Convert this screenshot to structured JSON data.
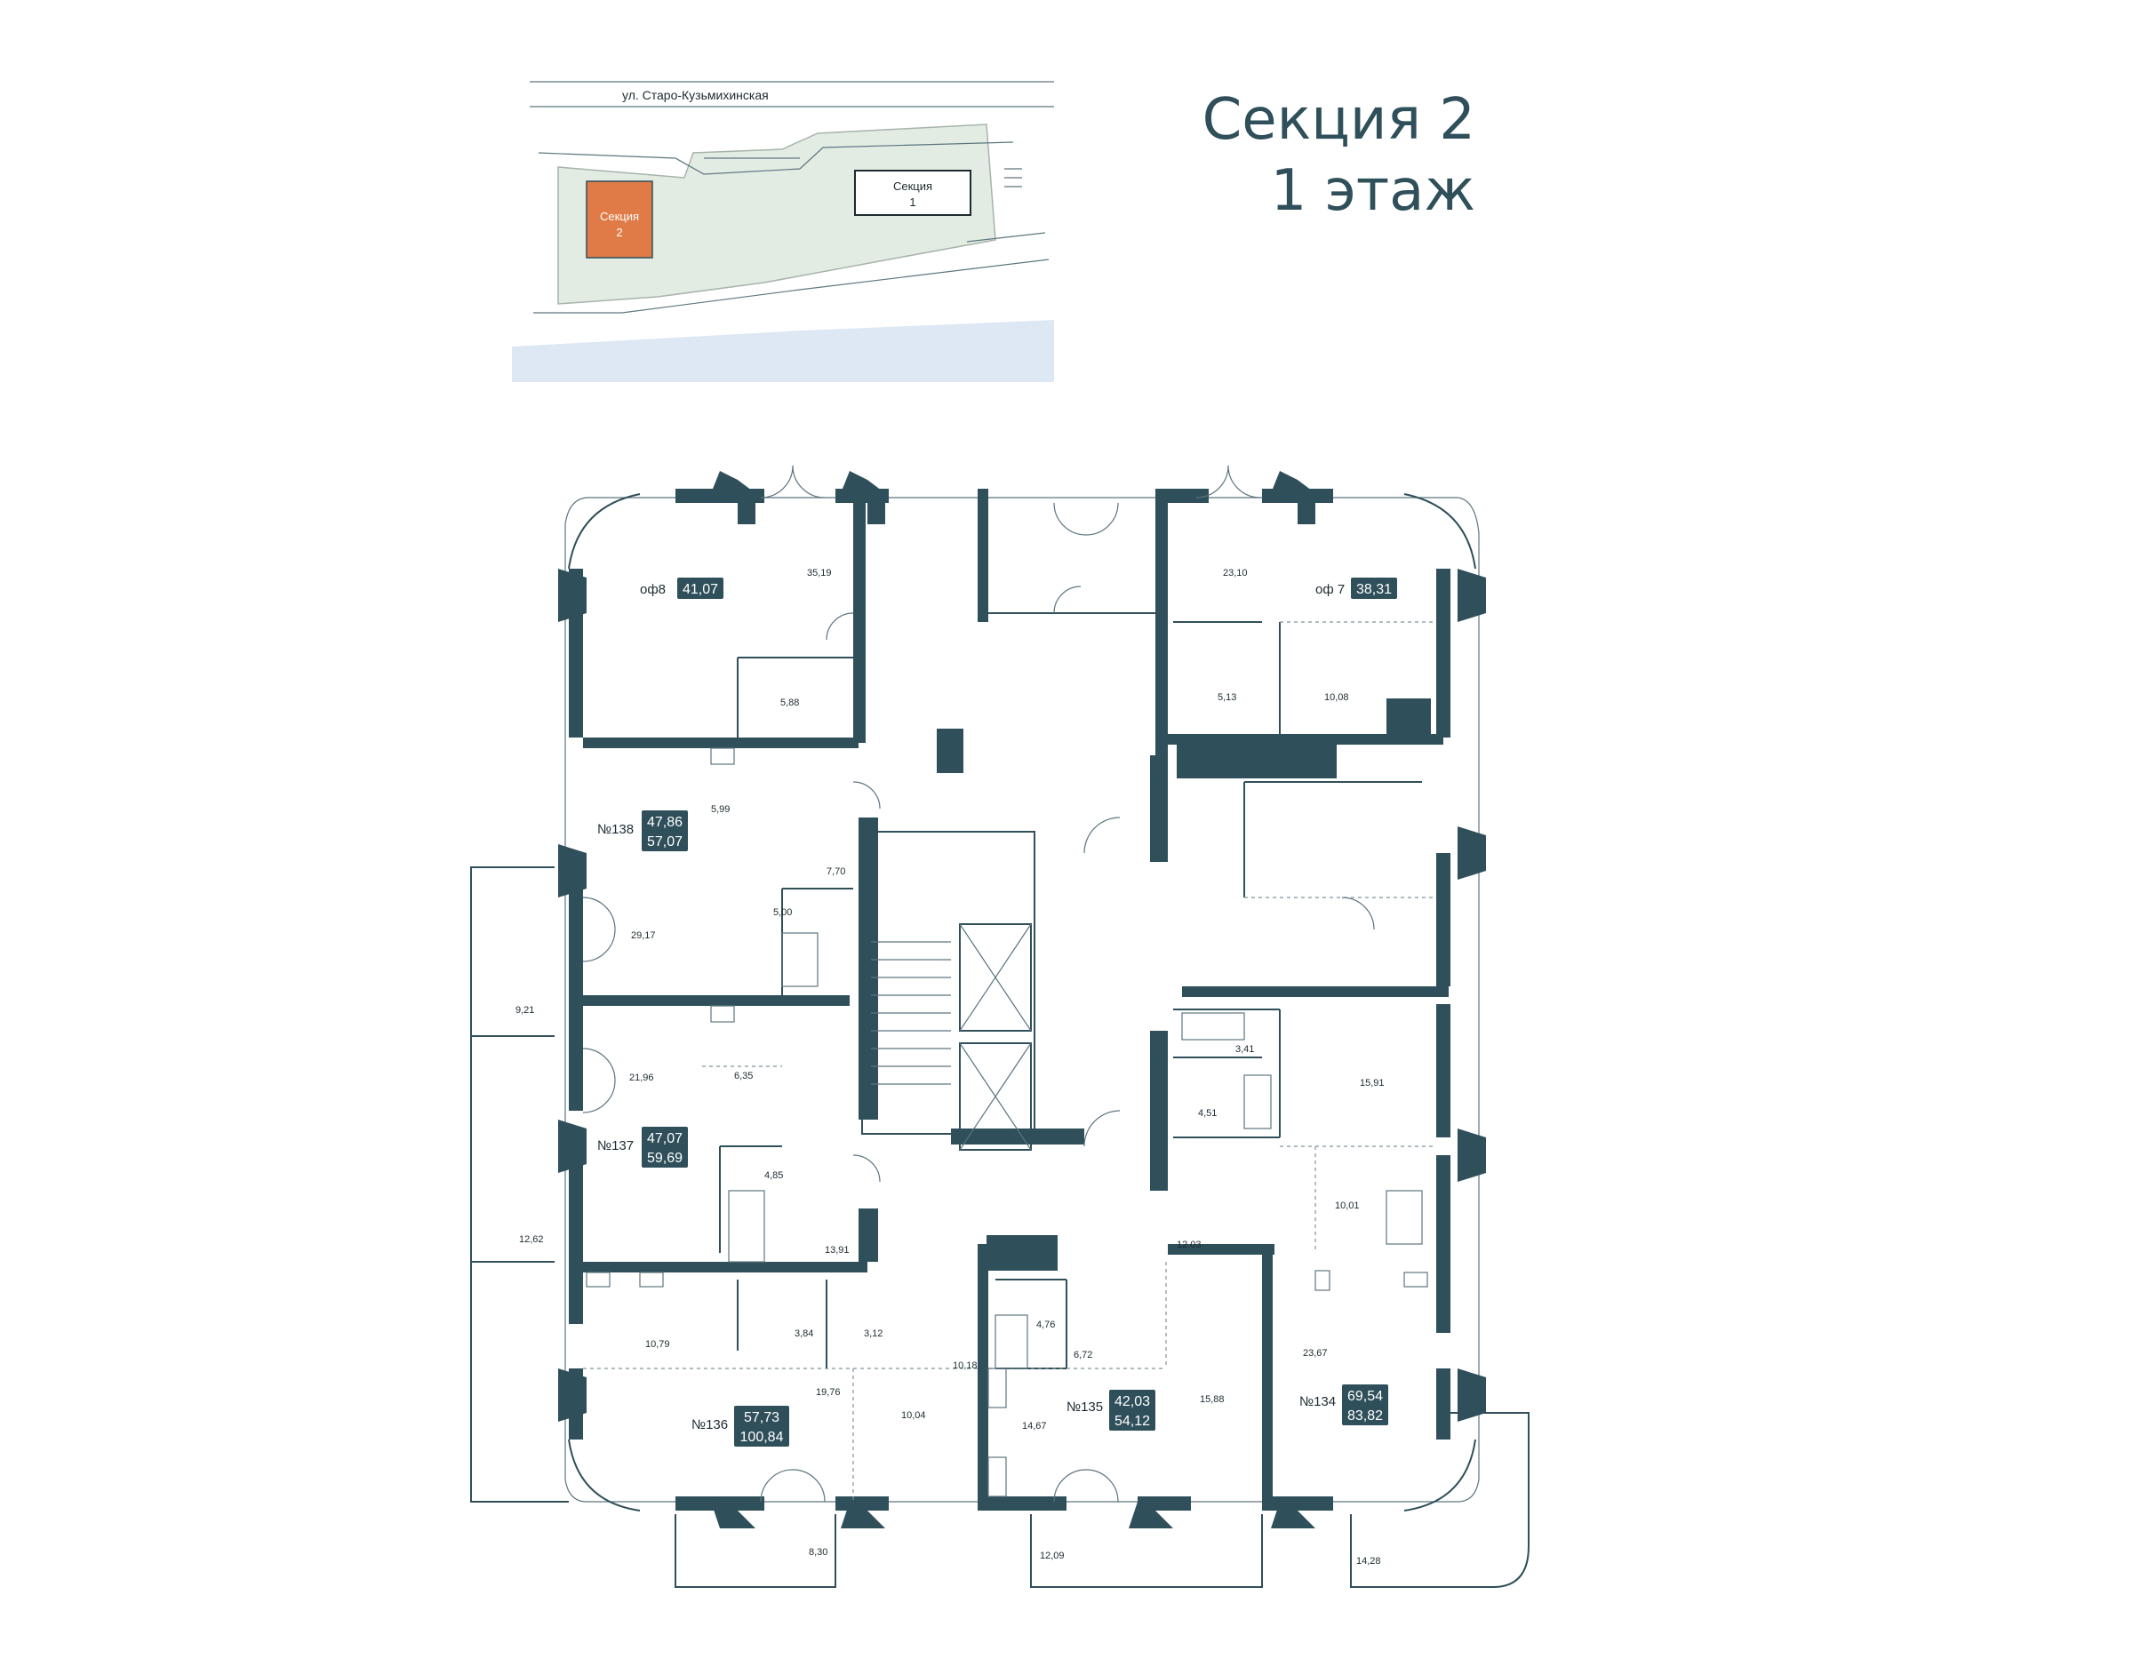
{
  "header": {
    "section": "Секция 2",
    "floor": "1 этаж"
  },
  "site_plan": {
    "street": "ул. Старо-Кузьмихинская",
    "section2": [
      "Секция",
      "2"
    ],
    "section1": [
      "Секция",
      "1"
    ]
  },
  "units": {
    "of8": {
      "label": "оф8",
      "area": "41,07",
      "rooms": [
        "35,19",
        "5,88"
      ]
    },
    "of7": {
      "label": "оф 7",
      "area": "38,31",
      "rooms": [
        "23,10",
        "5,13",
        "10,08"
      ]
    },
    "n138": {
      "label": "№138",
      "area1": "47,86",
      "area2": "57,07",
      "rooms": [
        "5,99",
        "7,70",
        "5,00",
        "29,17",
        "9,21"
      ]
    },
    "n137": {
      "label": "№137",
      "area1": "47,07",
      "area2": "59,69",
      "rooms": [
        "21,96",
        "6,35",
        "4,85",
        "13,91",
        "12,62"
      ]
    },
    "n136": {
      "label": "№136",
      "area1": "57,73",
      "area2": "100,84",
      "rooms": [
        "10,79",
        "3,84",
        "3,12",
        "10,18",
        "19,76",
        "10,04",
        "8,30"
      ]
    },
    "n135": {
      "label": "№135",
      "area1": "42,03",
      "area2": "54,12",
      "rooms": [
        "4,76",
        "6,72",
        "14,67",
        "15,88",
        "12,09"
      ]
    },
    "n134": {
      "label": "№134",
      "area1": "69,54",
      "area2": "83,82",
      "rooms": [
        "3,41",
        "15,91",
        "4,51",
        "10,01",
        "12,03",
        "23,67",
        "14,28"
      ]
    }
  }
}
